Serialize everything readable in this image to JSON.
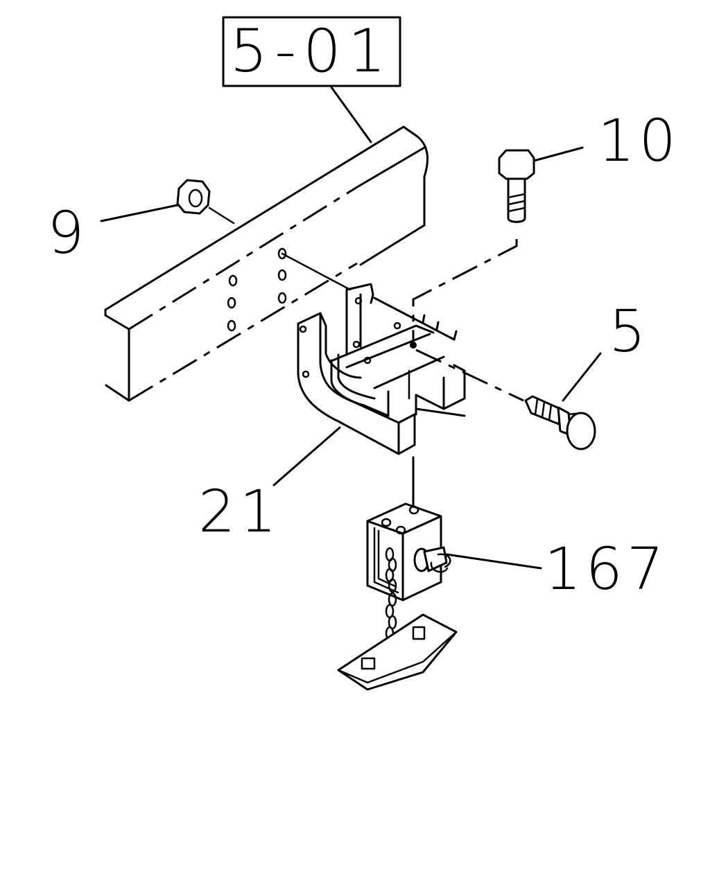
{
  "reference": {
    "text": "5-01"
  },
  "callouts": {
    "nut": "9",
    "upper_bolt": "10",
    "side_bolt": "5",
    "bracket": "21",
    "carrier": "167"
  }
}
